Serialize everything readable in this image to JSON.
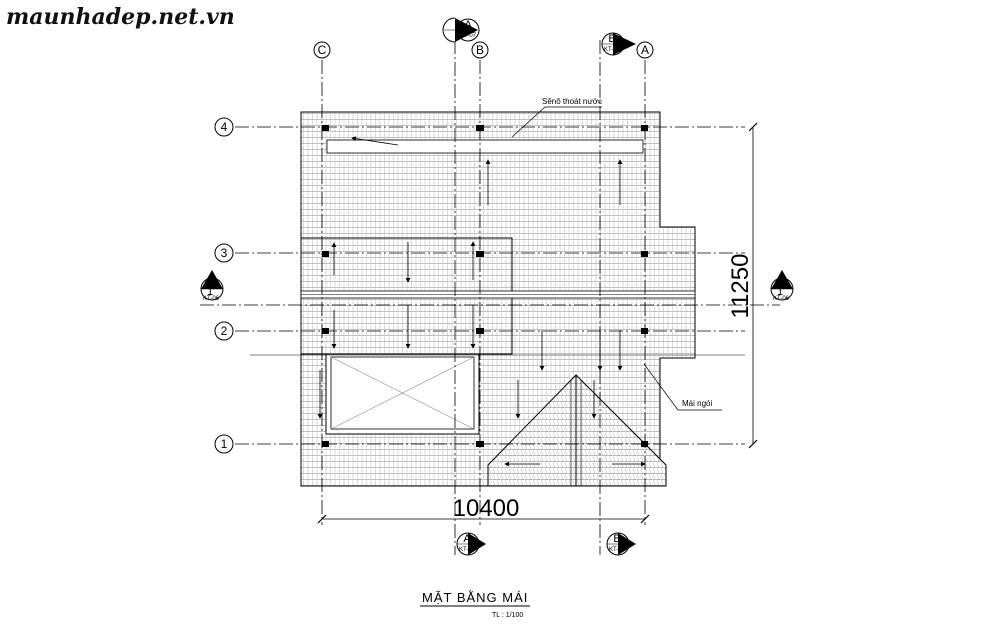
{
  "watermark": "maunhadep.net.vn",
  "grid": {
    "columns": [
      "C",
      "B",
      "A"
    ],
    "rows": [
      "4",
      "3",
      "2",
      "1"
    ]
  },
  "section_markers": {
    "top_a": {
      "letter": "A",
      "sheet": "KT-07"
    },
    "top_b": {
      "letter": "B",
      "sheet": "KT-07"
    },
    "bottom_a": {
      "letter": "A",
      "sheet": "KT-07"
    },
    "bottom_b": {
      "letter": "B",
      "sheet": "KT-07"
    },
    "left_1": {
      "letter": "1",
      "sheet": "KT-06"
    },
    "right_1": {
      "letter": "1",
      "sheet": "KT-06"
    }
  },
  "dimensions": {
    "width": "10400",
    "height": "11250"
  },
  "annotations": {
    "gutter": "Sênô thoát nước",
    "roof_tile": "Mái ngói"
  },
  "title": "MẶT BẰNG  MÁI",
  "scale": "TL : 1/100"
}
